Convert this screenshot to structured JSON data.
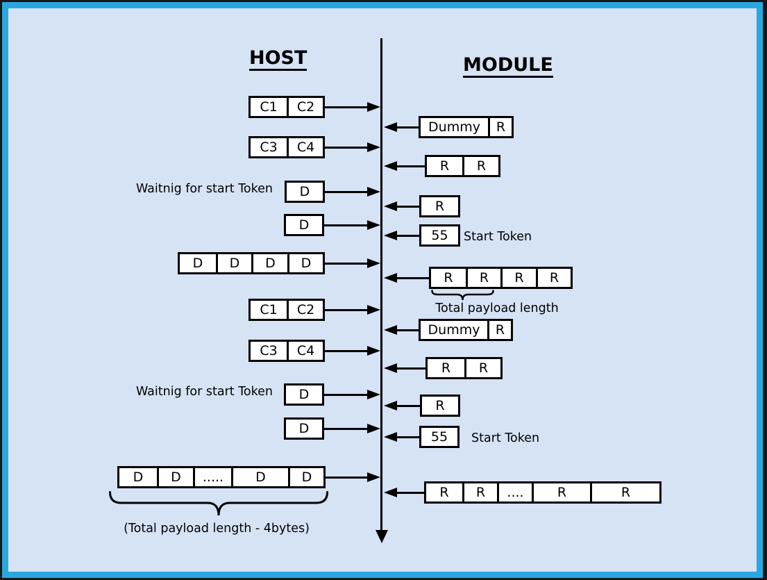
{
  "titles": {
    "host": "HOST",
    "module": "MODULE"
  },
  "colors": {
    "background": "#d6e3f5",
    "frame": "#29a8e0",
    "ink": "#000000",
    "box_fill": "#ffffff"
  },
  "host_rows": [
    {
      "cells": [
        "C1",
        "C2"
      ]
    },
    {
      "cells": [
        "C3",
        "C4"
      ]
    },
    {
      "cells": [
        "D"
      ],
      "annotation": "Waitnig for start Token"
    },
    {
      "cells": [
        "D"
      ]
    },
    {
      "cells": [
        "D",
        "D",
        "D",
        "D"
      ]
    },
    {
      "cells": [
        "C1",
        "C2"
      ]
    },
    {
      "cells": [
        "C3",
        "C4"
      ]
    },
    {
      "cells": [
        "D"
      ],
      "annotation": "Waitnig for start Token"
    },
    {
      "cells": [
        "D"
      ]
    },
    {
      "cells": [
        "D",
        "D",
        ".....",
        "D",
        "D"
      ],
      "brace_label": "(Total payload length - 4bytes)"
    }
  ],
  "module_rows": [
    {
      "cells": [
        "Dummy",
        "R"
      ]
    },
    {
      "cells": [
        "R",
        "R"
      ]
    },
    {
      "cells": [
        "R"
      ]
    },
    {
      "cells": [
        "55"
      ],
      "annotation": "Start Token"
    },
    {
      "cells": [
        "R",
        "R",
        "R",
        "R"
      ],
      "brace_label": "Total payload length"
    },
    {
      "cells": [
        "Dummy",
        "R"
      ]
    },
    {
      "cells": [
        "R",
        "R"
      ]
    },
    {
      "cells": [
        "R"
      ]
    },
    {
      "cells": [
        "55"
      ],
      "annotation": "Start Token"
    },
    {
      "cells": [
        "R",
        "R",
        "....",
        "R",
        "R"
      ]
    }
  ]
}
